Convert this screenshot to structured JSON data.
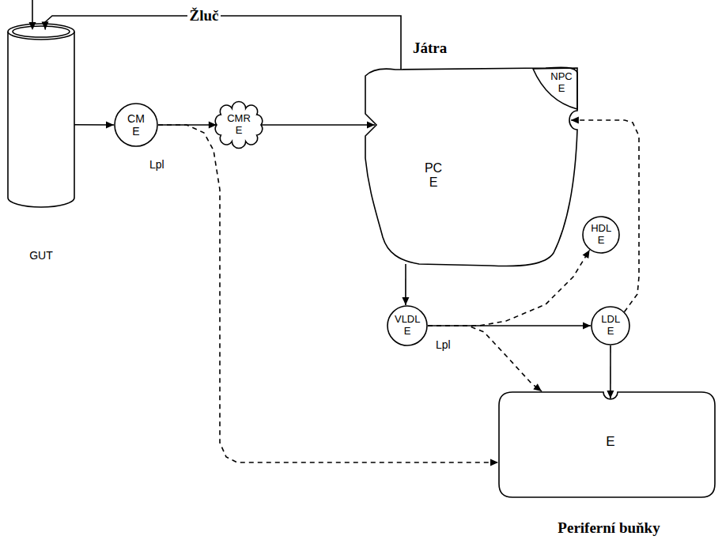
{
  "diagram": {
    "nodes": [
      {
        "text": [
          "GUT"
        ]
      },
      {
        "text": [
          "CM E"
        ]
      },
      {
        "text": [
          "CMR E"
        ]
      },
      {
        "text": [
          "Játra",
          "PC E"
        ]
      },
      {
        "text": [
          "NPC E"
        ],
        "in": 3
      },
      {
        "text": [
          "HDL E"
        ]
      },
      {
        "text": [
          "VLDL E"
        ]
      },
      {
        "text": [
          "LDL E"
        ]
      },
      {
        "text": [
          "E",
          "Periferní buňky"
        ]
      }
    ],
    "edges": [
      {
        "from": 3,
        "to": 0,
        "label": "Žluč",
        "arrow": "to"
      },
      {
        "from": 0,
        "to": 1,
        "arrow": "to"
      },
      {
        "from": 1,
        "to": 2,
        "arrow": "to"
      },
      {
        "from": 2,
        "to": 3,
        "arrow": "to"
      },
      {
        "from": 1,
        "to": 8,
        "label": "Lpl",
        "arrow": "to"
      },
      {
        "from": 3,
        "to": 6,
        "arrow": "to"
      },
      {
        "from": 6,
        "to": 7,
        "arrow": "to"
      },
      {
        "from": 6,
        "to": 5,
        "arrow": "to"
      },
      {
        "from": 6,
        "to": 8,
        "label": "Lpl",
        "arrow": "to"
      },
      {
        "from": 7,
        "to": 8,
        "arrow": "to"
      },
      {
        "from": 7,
        "to": 3,
        "arrow": "to"
      }
    ]
  }
}
